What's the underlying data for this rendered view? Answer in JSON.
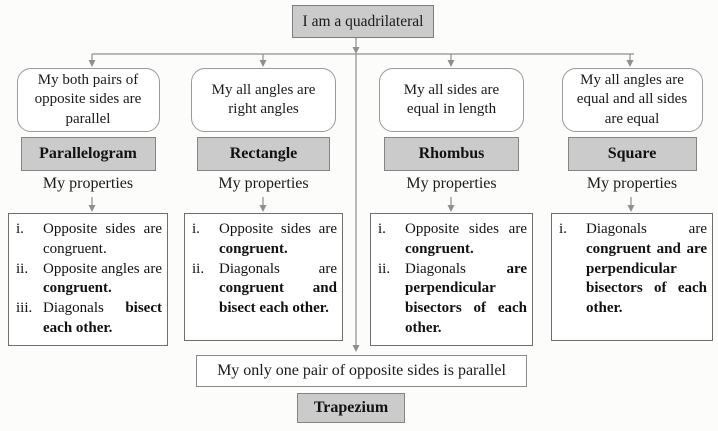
{
  "root_box": {
    "label": "I am a quadrilateral"
  },
  "properties_heading": "My properties",
  "columns": [
    {
      "question": "My both pairs of opposite sides are parallel",
      "shape": "Parallelogram",
      "properties": [
        {
          "num": "i.",
          "segments": [
            {
              "text": "Opposite sides are congruent.",
              "bold": false
            }
          ]
        },
        {
          "num": "ii.",
          "segments": [
            {
              "text": "Opposite angles are ",
              "bold": false
            },
            {
              "text": "congruent.",
              "bold": true
            }
          ]
        },
        {
          "num": "iii.",
          "segments": [
            {
              "text": "Diagonals ",
              "bold": false
            },
            {
              "text": "bisect each other.",
              "bold": true
            }
          ]
        }
      ]
    },
    {
      "question": "My all angles are right angles",
      "shape": "Rectangle",
      "properties": [
        {
          "num": "i.",
          "segments": [
            {
              "text": "Opposite sides are ",
              "bold": false
            },
            {
              "text": "congruent.",
              "bold": true
            }
          ]
        },
        {
          "num": "ii.",
          "segments": [
            {
              "text": "Diagonals are ",
              "bold": false
            },
            {
              "text": "congruent and bisect each other.",
              "bold": true
            }
          ]
        }
      ]
    },
    {
      "question": "My all sides are equal in length",
      "shape": "Rhombus",
      "properties": [
        {
          "num": "i.",
          "segments": [
            {
              "text": "Opposite sides are ",
              "bold": false
            },
            {
              "text": "congruent.",
              "bold": true
            }
          ]
        },
        {
          "num": "ii.",
          "segments": [
            {
              "text": "Diagonals ",
              "bold": false
            },
            {
              "text": "are perpendicular bisectors of each other.",
              "bold": true
            }
          ]
        }
      ]
    },
    {
      "question": "My all angles are equal and all sides are equal",
      "shape": "Square",
      "properties": [
        {
          "num": "i.",
          "segments": [
            {
              "text": "Diagonals are ",
              "bold": false
            },
            {
              "text": "congruent and are perpendicular bisectors of each other.",
              "bold": true
            }
          ]
        }
      ]
    }
  ],
  "trapezium_branch": {
    "question": "My only one pair of opposite sides is parallel",
    "shape": "Trapezium"
  },
  "colors": {
    "shape_box_fill": "#cbcbcb",
    "connector": "#8f8f8f"
  }
}
